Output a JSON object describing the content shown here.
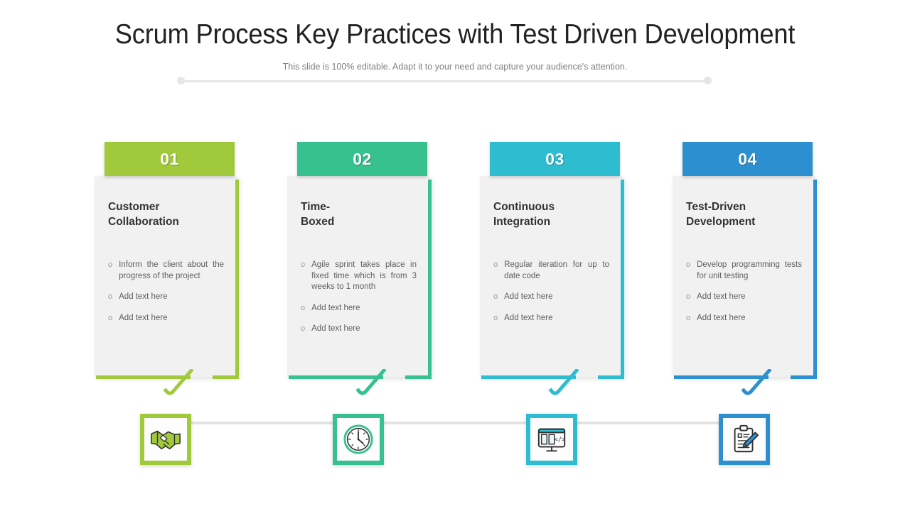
{
  "header": {
    "title": "Scrum Process Key Practices with Test Driven Development",
    "subtitle": "This slide is 100% editable. Adapt it to your need and capture your audience's attention."
  },
  "theme": {
    "colors": [
      "#a0c93c",
      "#36c18e",
      "#2dbcd0",
      "#2b8fd0"
    ],
    "card_background": "#f1f1f1",
    "divider": "#e6e6e6",
    "connector": "#e3e3e3",
    "title_color": "#222222",
    "subtitle_color": "#808080",
    "heading_color": "#333333",
    "bullet_color": "#666666"
  },
  "cards": [
    {
      "number": "01",
      "title_line1": "Customer",
      "title_line2": "Collaboration",
      "color": "#a0c93c",
      "bullets": [
        "Inform the client about the progress of the project",
        "Add text here",
        "Add text here"
      ],
      "icon": "handshake-icon"
    },
    {
      "number": "02",
      "title_line1": "Time-",
      "title_line2": "Boxed",
      "color": "#36c18e",
      "bullets": [
        "Agile sprint takes place in fixed time which is from 3 weeks to 1 month",
        "Add text here",
        "Add text here"
      ],
      "icon": "clock-icon"
    },
    {
      "number": "03",
      "title_line1": "Continuous",
      "title_line2": "Integration",
      "color": "#2dbcd0",
      "bullets": [
        "Regular iteration for up to date code",
        "Add text here",
        "Add text here"
      ],
      "icon": "monitor-code-icon"
    },
    {
      "number": "04",
      "title_line1": "Test-Driven",
      "title_line2": "Development",
      "color": "#2b8fd0",
      "bullets": [
        "Develop programming tests for unit testing",
        "Add text here",
        "Add text here"
      ],
      "icon": "clipboard-pencil-icon"
    }
  ],
  "bullet_marker": "o"
}
